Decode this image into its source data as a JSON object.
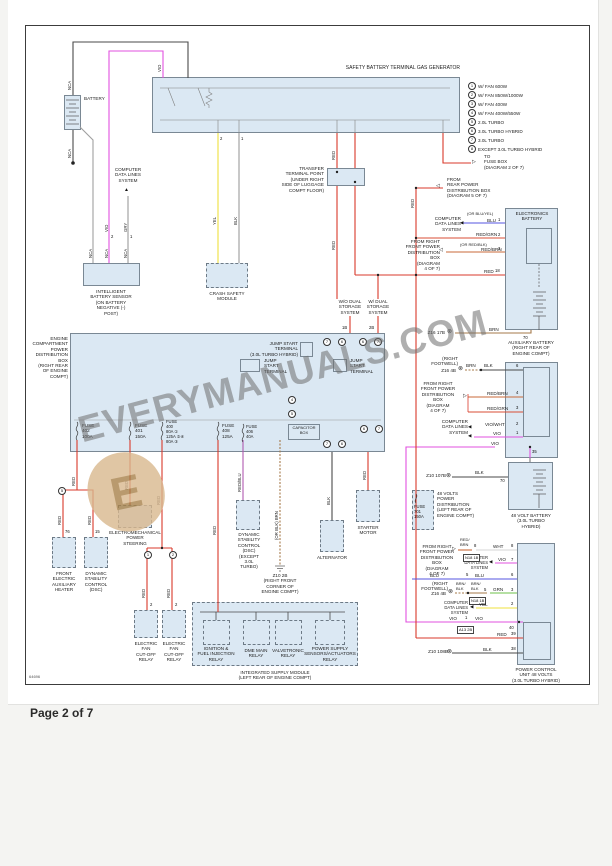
{
  "page": {
    "footer": "Page 2 of 7",
    "figure_number": "64696"
  },
  "watermark": {
    "text": "EVERYMANUALS.COM",
    "logo_letter": "E"
  },
  "diagram": {
    "title": "SAFETY BATTERY TERMINAL GAS GENERATOR",
    "legend": [
      {
        "n": "1",
        "t": "W/ FAN 600W"
      },
      {
        "n": "2",
        "t": "W/ FAN 850W/1000W"
      },
      {
        "n": "3",
        "t": "W/ FAN 400W"
      },
      {
        "n": "4",
        "t": "W/ FAN 400W/550W"
      },
      {
        "n": "5",
        "t": "2.0L TURBO"
      },
      {
        "n": "6",
        "t": "3.0L TURBO HYBRID"
      },
      {
        "n": "7",
        "t": "3.0L TURBO"
      },
      {
        "n": "8",
        "t": "EXCEPT 3.0L TURBO HYBRID"
      }
    ],
    "components": {
      "battery": "BATTERY",
      "ibs": "INTELLIGENT\nBATTERY SENSOR\n(ON BATTERY\nNEGATIVE (-)\nPOST)",
      "cdl": "COMPUTER\nDATA LINES\nSYSTEM",
      "cdl2": "COMPUTER\nDATA LINES SYSTEM",
      "csm": "CRASH SAFETY\nMODULE",
      "ttp": "TRANSFER\nTERMINAL POINT\n(UNDER RIGHT\nSIDE OF LUGGAGE\nCOMPT FLOOR)",
      "ecpdb": "ENGINE\nCOMPARTMENT\nPOWER\nDISTRIBUTION\nBOX\n(RIGHT REAR\nOF ENGINE\nCOMPT)",
      "jump_hybrid": "JUMP START TERMINAL\n(3.0L TURBO HYBRID)",
      "jump": "JUMP\nSTART\nTERMINAL",
      "cap_box": "CAPACITOR\nBOX",
      "wo_dual": "W/O DUAL\nSTORAGE\nSYSTEM",
      "w_dual": "W/ DUAL\nSTORAGE\nSYSTEM",
      "elec_battery": "ELECTRONICS\nBATTERY",
      "aux_battery": "AUXILIARY BATTERY\n(RIGHT REAR OF\nENGINE COMPT)",
      "v48_dist": "48 VOLTS\nPOWER\nDISTRIBUTION\n(LEFT REAR OF\nENGINE COMPT)",
      "v48_battery": "48 VOLT BATTERY\n(3.0L TURBO\nHYBRID)",
      "pcu": "POWER CONTROL\nUNIT 48 VOLTS\n(3.0L TURBO HYBRID)",
      "heater": "FRONT\nELECTRIC\nAUXILIARY\nHEATER",
      "dsc": "DYNAMIC\nSTABILITY\nCONTROL\n(DSC)",
      "emps": "ELECTROMECHANICAL\nPOWER\nSTEERING",
      "dsc_except": "DYNAMIC\nSTABILITY\nCONTROL\n(DSC)\n(EXCEPT\n3.0L\nTURBO)",
      "z10_2b": "Z10 2B\n(RIGHT FRONT\nCORNER OF\nENGINE COMPT)",
      "alternator": "ALTERNATOR",
      "starter": "STARTER\nMOTOR",
      "fan_relay": "ELECTRIC\nFAN\nCUT-OFF\nRELAY",
      "ign_relay": "IGNITION &\nFUEL INJECTION\nRELAY",
      "dme_relay": "DME MAIN\nRELAY",
      "valv_relay": "VALVETRONIC\nRELAY",
      "pss_relay": "POWER SUPPLY\nSENSORS/ACTUATORS\nRELAY",
      "ism": "INTEGRATED SUPPLY MODULE\n(LEFT REAR OF ENGINE COMPT)"
    },
    "fuses": {
      "f402": "FUSE\n402\n100A",
      "f401": "FUSE\n401\n150A",
      "f400": "FUSE\n400\n80A ①\n125A ②④\n80A ③",
      "f408": "FUSE\n408\n125A",
      "f406": "FUSE\n406\n40A",
      "f701": "FUSE\n701\n150A"
    },
    "arrows": {
      "to_fuse_box": "TO\nFUSE BOX\n(DIAGRAM 2 OF 7)",
      "from_rear": "FROM\nREAR POWER\nDISTRIBUTION BOX\n(DIAGRAM 5 OF 7)",
      "from_right": "FROM RIGHT\nFRONT POWER\nDISTRIBUTION\nBOX\n(DIAGRAM\n4 OF 7)"
    },
    "grounds": {
      "z16_17b": "Z16 17B",
      "right_footwell": "(RIGHT\nFOOTWELL)",
      "z16_4b": "Z16 4B",
      "z10_107b": "Z10 107B",
      "z10_108b": "Z10 108B"
    },
    "connectors": {
      "n18_1b": "N18 1B",
      "a13_2b": "A13 2B"
    },
    "wire_colors": {
      "nca": "NCA",
      "vio": "VIO",
      "gry": "GRY",
      "yel": "YEL",
      "blu": "BLU",
      "red": "RED",
      "red_grn": "RED/GRN",
      "red_brn": "RED/BRN",
      "red_brn2": "RED/\nBRN",
      "brn": "BRN",
      "blk": "BLK",
      "wht": "WHT",
      "grn": "GRN",
      "vio_wht": "VIO/WHT",
      "brn_blk": "BRN/\nBLK",
      "red_blu": "RED/BLU",
      "or_blu_yel": "(OR BLU/YEL)",
      "or_red_blk": "(OR RED/BLK)",
      "or_blk_brn": "(OR BLK) BRN"
    },
    "pins": {
      "p1": "1",
      "p2": "2",
      "p3": "3",
      "p4": "4",
      "p5": "5",
      "p6": "6",
      "p7": "7",
      "p8": "8",
      "p15": "15",
      "p18": "18",
      "p35": "35",
      "p38": "38",
      "p39": "39",
      "p40": "40",
      "p70": "70",
      "p76": "76",
      "p1b": "1B",
      "p2b": "2B"
    },
    "circled": {
      "c1": "1",
      "c2": "2",
      "c4": "4",
      "c5": "5",
      "c6": "6",
      "c7": "7"
    }
  },
  "colors": {
    "box_fill": "#dbe8f3",
    "box_border": "#7a8894",
    "wire_red": "#d93a2b",
    "wire_vio": "#e251df",
    "wire_yel": "#efe13e",
    "wire_blu": "#5456e0",
    "wire_grn": "#6cc24a",
    "wire_brn": "#a5794a",
    "wire_blk": "#4a4a4a",
    "wire_gry": "#9a9a9a",
    "wire_wht": "#d5d5d5",
    "wire_nca": "#a0a0a0",
    "wire_red_grn": "#d94e35",
    "wire_red_brn": "#c96a3a",
    "wire_red_blu": "#b05ab0"
  }
}
